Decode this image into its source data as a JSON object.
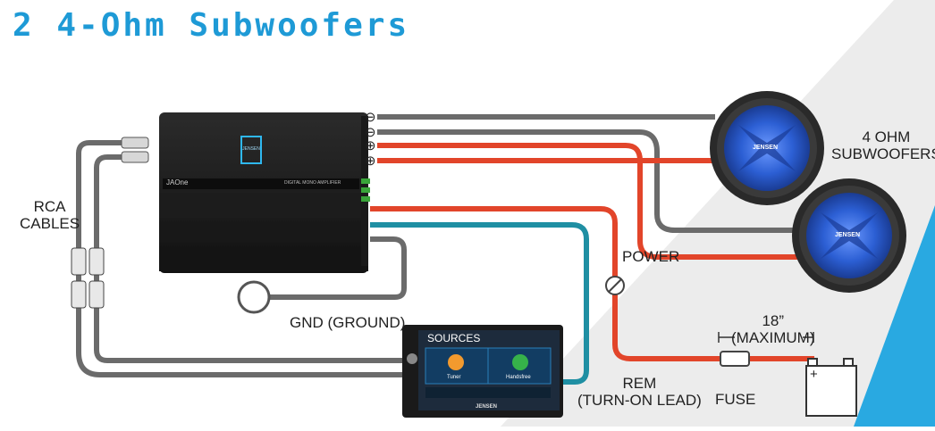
{
  "title": "2 4-Ohm Subwoofers",
  "labels": {
    "rca": [
      "RCA",
      "CABLES"
    ],
    "gnd": "GND (GROUND)",
    "power": "POWER",
    "rem": [
      "REM",
      "(TURN-ON LEAD)"
    ],
    "length": [
      "18”",
      "(MAXIMUM)"
    ],
    "fuse": "FUSE",
    "subwoofers": [
      "4 OHM",
      "SUBWOOFERS"
    ]
  },
  "amplifier": {
    "logo": "JENSEN",
    "model": "JAOne",
    "description": "DIGITAL MONO AMPLIFIER",
    "terminals": [
      "⊖",
      "⊖",
      "⊕",
      "⊕"
    ]
  },
  "head_unit": {
    "screen_title": "SOURCES",
    "tiles": [
      "Tuner",
      "Handsfree"
    ],
    "brand": "JENSEN"
  },
  "subwoofer_brand": "JENSEN",
  "battery_sign": "+",
  "colors": {
    "accent": "#1e9ad6",
    "wire_gray": "#6b6b6b",
    "wire_red": "#e2452a",
    "wire_teal": "#1f8fa3",
    "cone_blue": "#2c5fd4"
  }
}
